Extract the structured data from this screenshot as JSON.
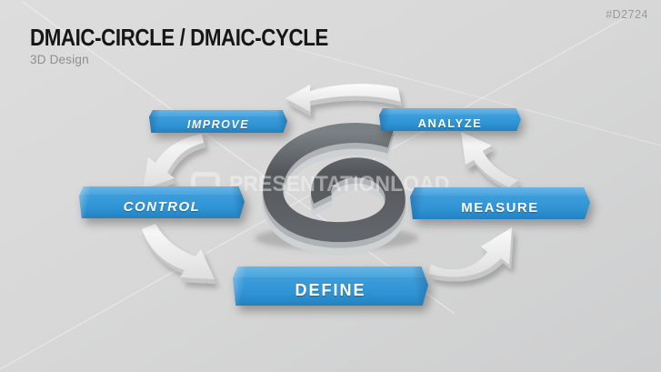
{
  "slide": {
    "tag": "#D2724",
    "title": "DMAIC-CIRCLE / DMAIC-CYCLE",
    "subtitle": "3D Design"
  },
  "watermark": {
    "text": "PRESENTATIONLOAD",
    "logo_icon": "speech-bubble-logo-icon"
  },
  "diagram": {
    "center_symbol": "6",
    "steps": [
      {
        "label": "IMPROVE"
      },
      {
        "label": "ANALYZE"
      },
      {
        "label": "CONTROL"
      },
      {
        "label": "MEASURE"
      },
      {
        "label": "DEFINE"
      }
    ],
    "arrows": [
      {
        "name": "arrow-analyze-to-improve",
        "direction": "left"
      },
      {
        "name": "arrow-improve-to-control",
        "direction": "down-left"
      },
      {
        "name": "arrow-control-to-define",
        "direction": "down-right"
      },
      {
        "name": "arrow-define-to-measure",
        "direction": "up-right"
      },
      {
        "name": "arrow-measure-to-analyze",
        "direction": "up-left"
      }
    ],
    "colors": {
      "bar_blue": "#2f93d4",
      "bar_blue_light": "#55abe1",
      "bar_blue_dark": "#1e6fa8",
      "arrow_white": "#f4f4f4",
      "six_top": "#5a5f63",
      "six_side": "#cdd0d2",
      "background": "#d6d7d8"
    }
  }
}
